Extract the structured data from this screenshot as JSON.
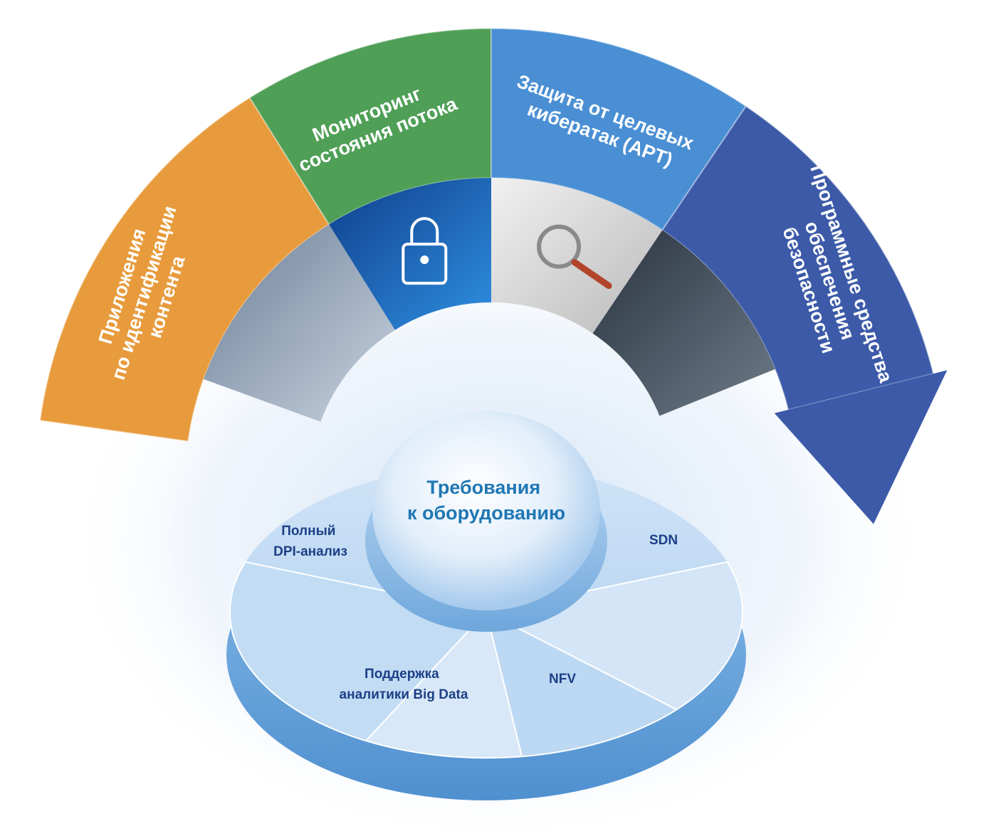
{
  "outer_arc": [
    {
      "lines": [
        "Приложения",
        "по идентификации",
        "контента"
      ],
      "color": "#e89b3c"
    },
    {
      "lines": [
        "Мониторинг",
        "состояния потока"
      ],
      "color": "#4f9f57"
    },
    {
      "lines": [
        "Защита от целевых",
        "кибератак (APT)"
      ],
      "color": "#4a8fd4"
    },
    {
      "lines": [
        "Программные средства",
        "обеспечения",
        "безопасности"
      ],
      "color": "#3c5aa8"
    }
  ],
  "photo_band": [
    {
      "icon": "server-room-photo"
    },
    {
      "icon": "padlock-circuit-photo"
    },
    {
      "icon": "magnifier-binary-photo"
    },
    {
      "icon": "network-cables-photo"
    }
  ],
  "center": {
    "lines": [
      "Требования",
      "к оборудованию"
    ]
  },
  "segments": [
    {
      "lines": [
        "Полный",
        "DPI-анализ"
      ]
    },
    {
      "lines": [
        "Поддержка",
        "аналитики Big Data"
      ]
    },
    {
      "lines": [
        "NFV"
      ]
    },
    {
      "lines": [
        "SDN"
      ]
    }
  ]
}
